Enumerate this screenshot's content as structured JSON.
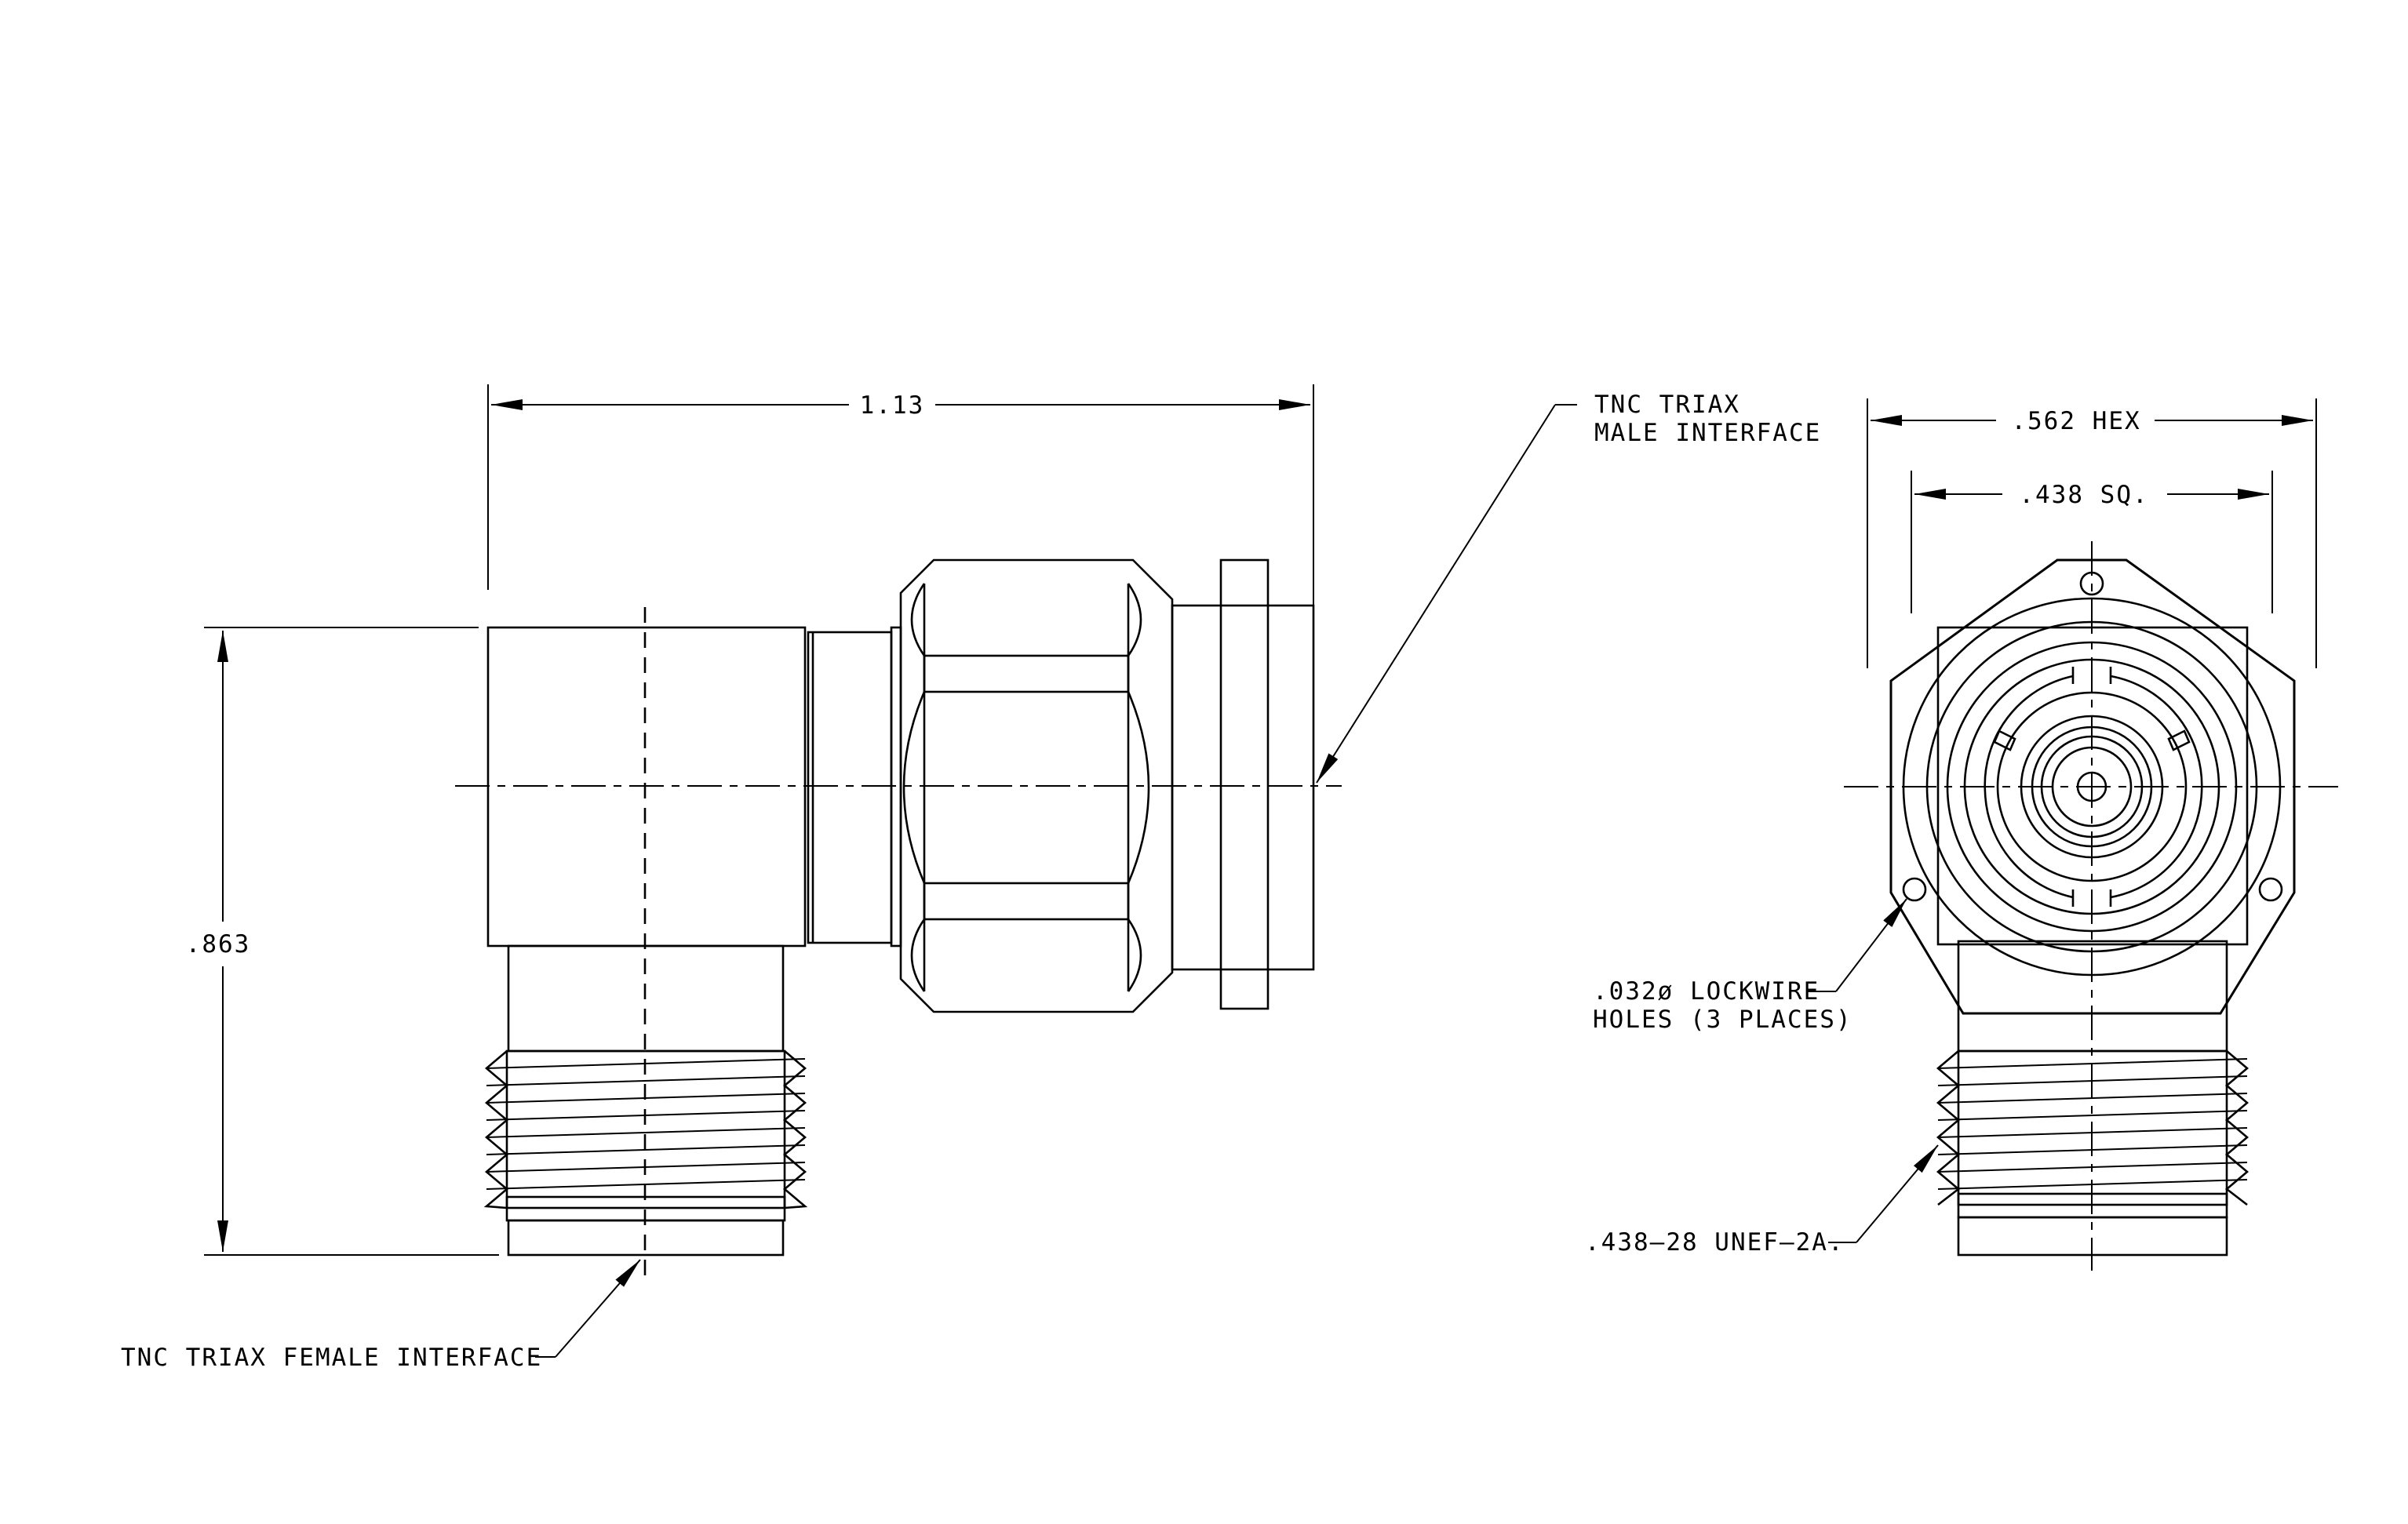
{
  "drawing": {
    "dimensions": {
      "overall_length": "1.13",
      "overall_height": ".863",
      "hex_size": ".562 HEX",
      "square_size": ".438 SQ."
    },
    "callouts": {
      "male_interface_line1": "TNC TRIAX",
      "male_interface_line2": "MALE INTERFACE",
      "female_interface": "TNC TRIAX FEMALE INTERFACE",
      "lockwire_line1": ".032ø LOCKWIRE",
      "lockwire_line2": "HOLES (3 PLACES)",
      "thread_spec": ".438–28 UNEF–2A."
    }
  }
}
